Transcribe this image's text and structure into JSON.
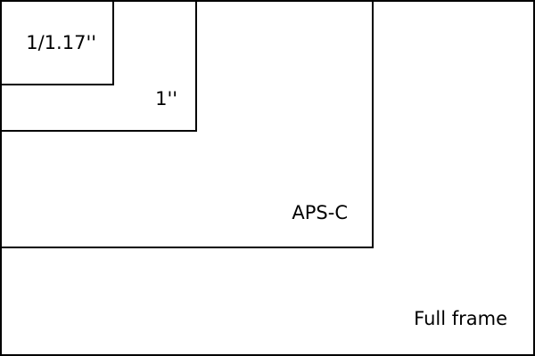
{
  "sensors": [
    {
      "id": "full_frame",
      "label": "Full frame"
    },
    {
      "id": "aps_c",
      "label": "APS-C"
    },
    {
      "id": "one_inch",
      "label": "1''"
    },
    {
      "id": "one_over_1_17",
      "label": "1/1.17''"
    }
  ],
  "colors": {
    "stroke": "#000000",
    "background": "#ffffff"
  }
}
